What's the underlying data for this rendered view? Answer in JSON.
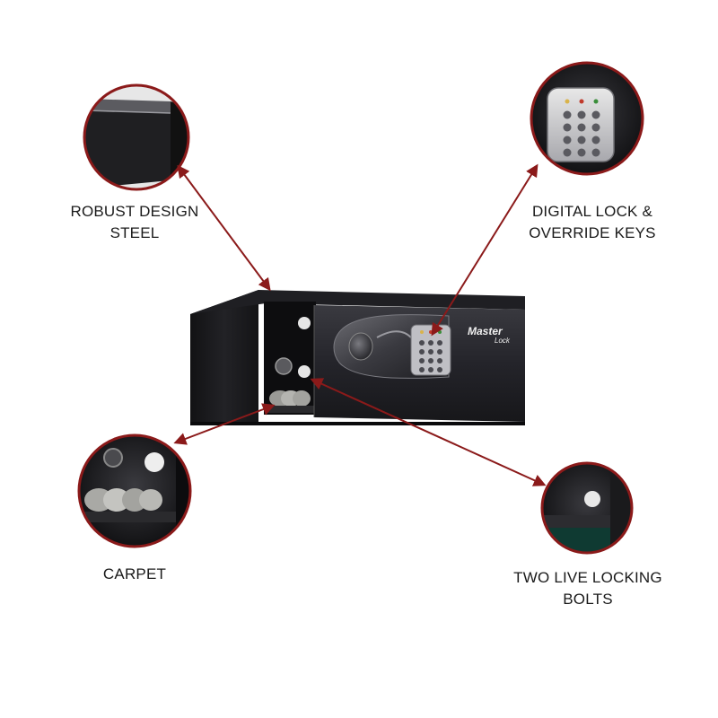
{
  "features": {
    "robust": {
      "line1": "ROBUST DESIGN",
      "line2": "STEEL"
    },
    "digital": {
      "line1": "DIGITAL LOCK &",
      "line2": "OVERRIDE KEYS"
    },
    "carpet": {
      "line1": "CARPET"
    },
    "bolts": {
      "line1": "TWO LIVE LOCKING",
      "line2": "BOLTS"
    }
  },
  "brand": {
    "logo_line1": "Master",
    "logo_line2": "Lock"
  },
  "colors": {
    "accent": "#8b1a1a",
    "safe_body": "#1b1b1e",
    "safe_door": "#2a2a2e",
    "keypad": "#c9c9c9"
  }
}
